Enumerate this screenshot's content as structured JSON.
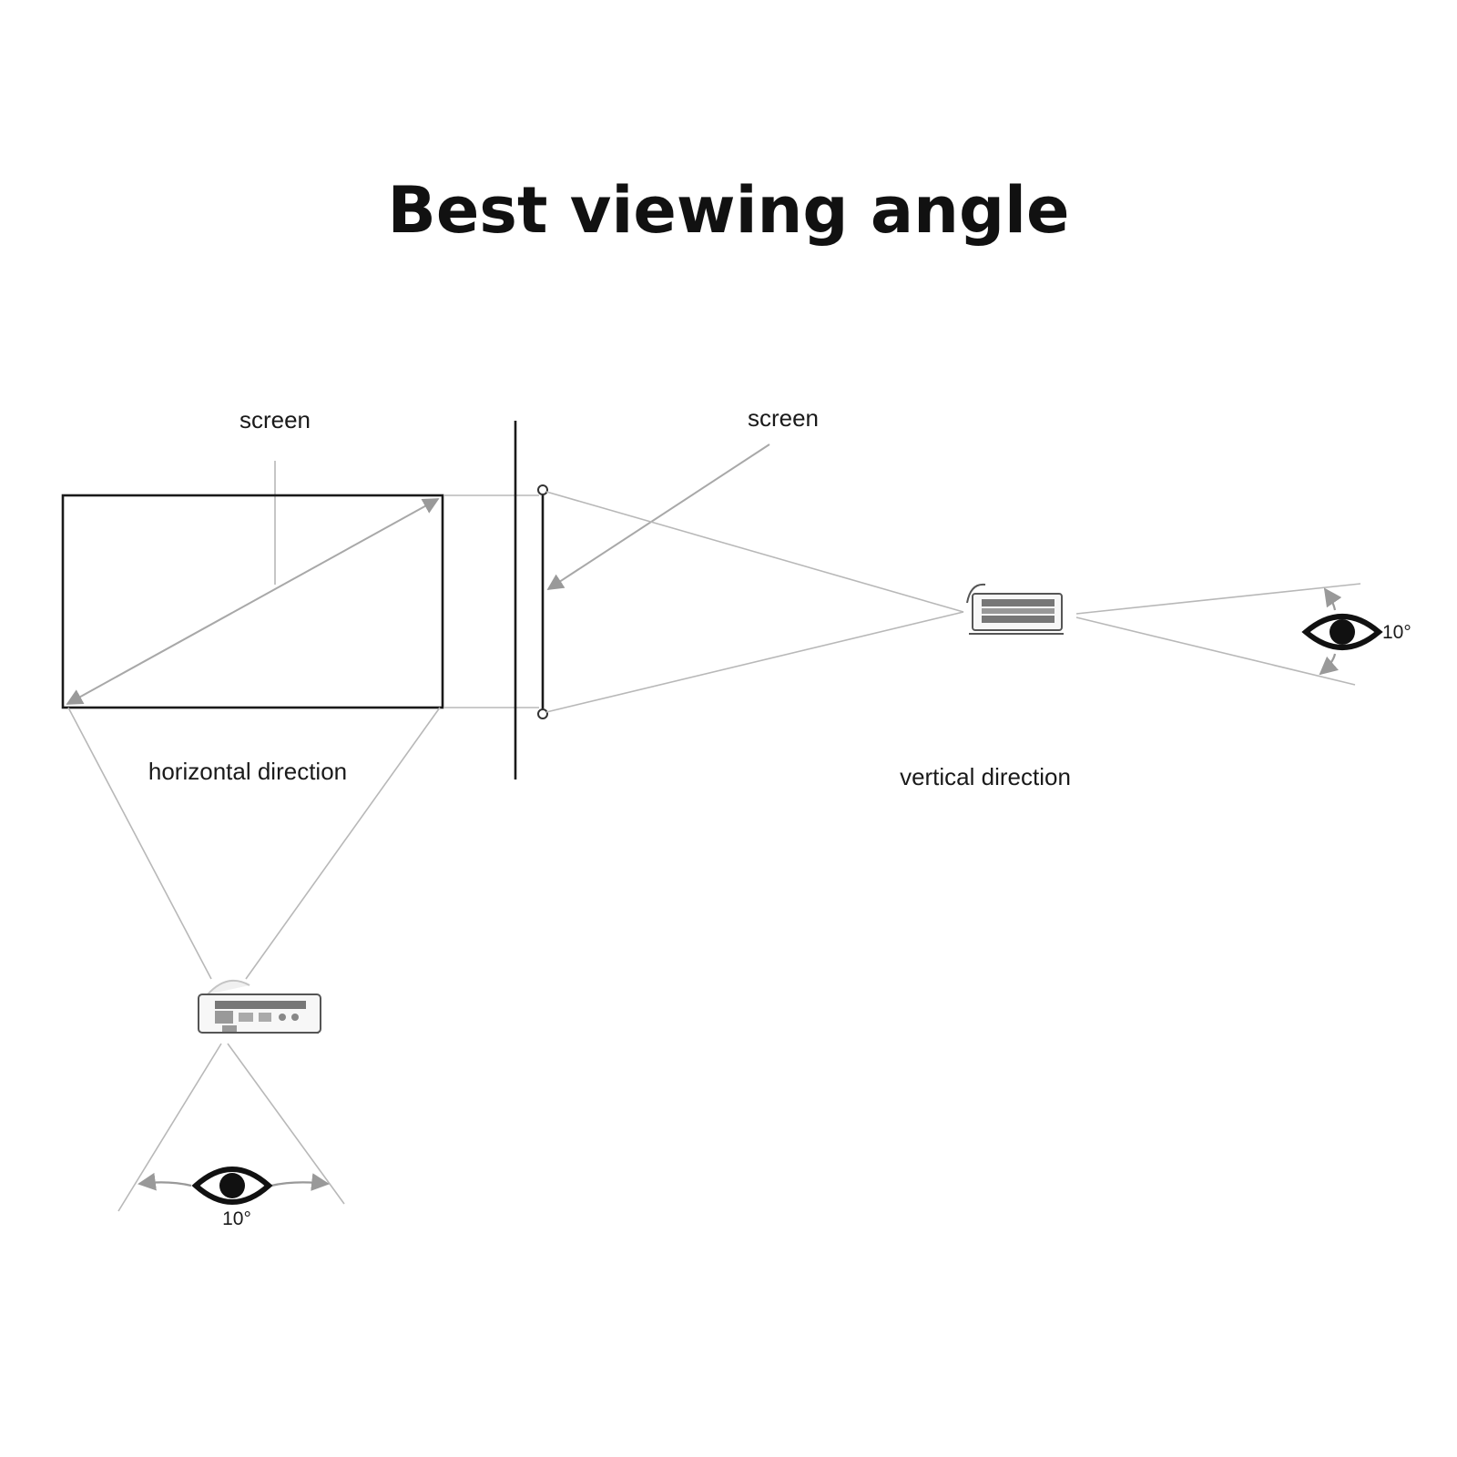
{
  "title": "Best viewing angle",
  "horizontal": {
    "screen_label": "screen",
    "direction_label": "horizontal direction",
    "angle_label": "10°"
  },
  "vertical": {
    "screen_label": "screen",
    "direction_label": "vertical direction",
    "angle_label": "10°"
  },
  "colors": {
    "line": "#b8b8b8",
    "outline": "#1a1a1a",
    "arrow": "#999999"
  }
}
